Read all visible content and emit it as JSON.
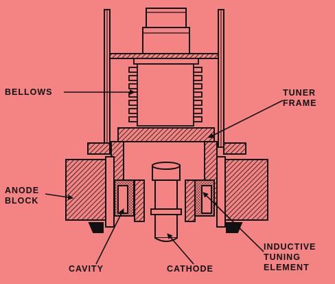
{
  "diagram": {
    "background": "#f48383",
    "ink": "#111111",
    "labels": {
      "bellows": "BELLOWS",
      "tuner_line1": "TUNER",
      "tuner_line2": "FRAME",
      "anode_line1": "ANODE",
      "anode_line2": "BLOCK",
      "cavity": "CAVITY",
      "cathode": "CATHODE",
      "inductive_line1": "INDUCTIVE",
      "inductive_line2": "TUNING",
      "inductive_line3": "ELEMENT"
    }
  }
}
